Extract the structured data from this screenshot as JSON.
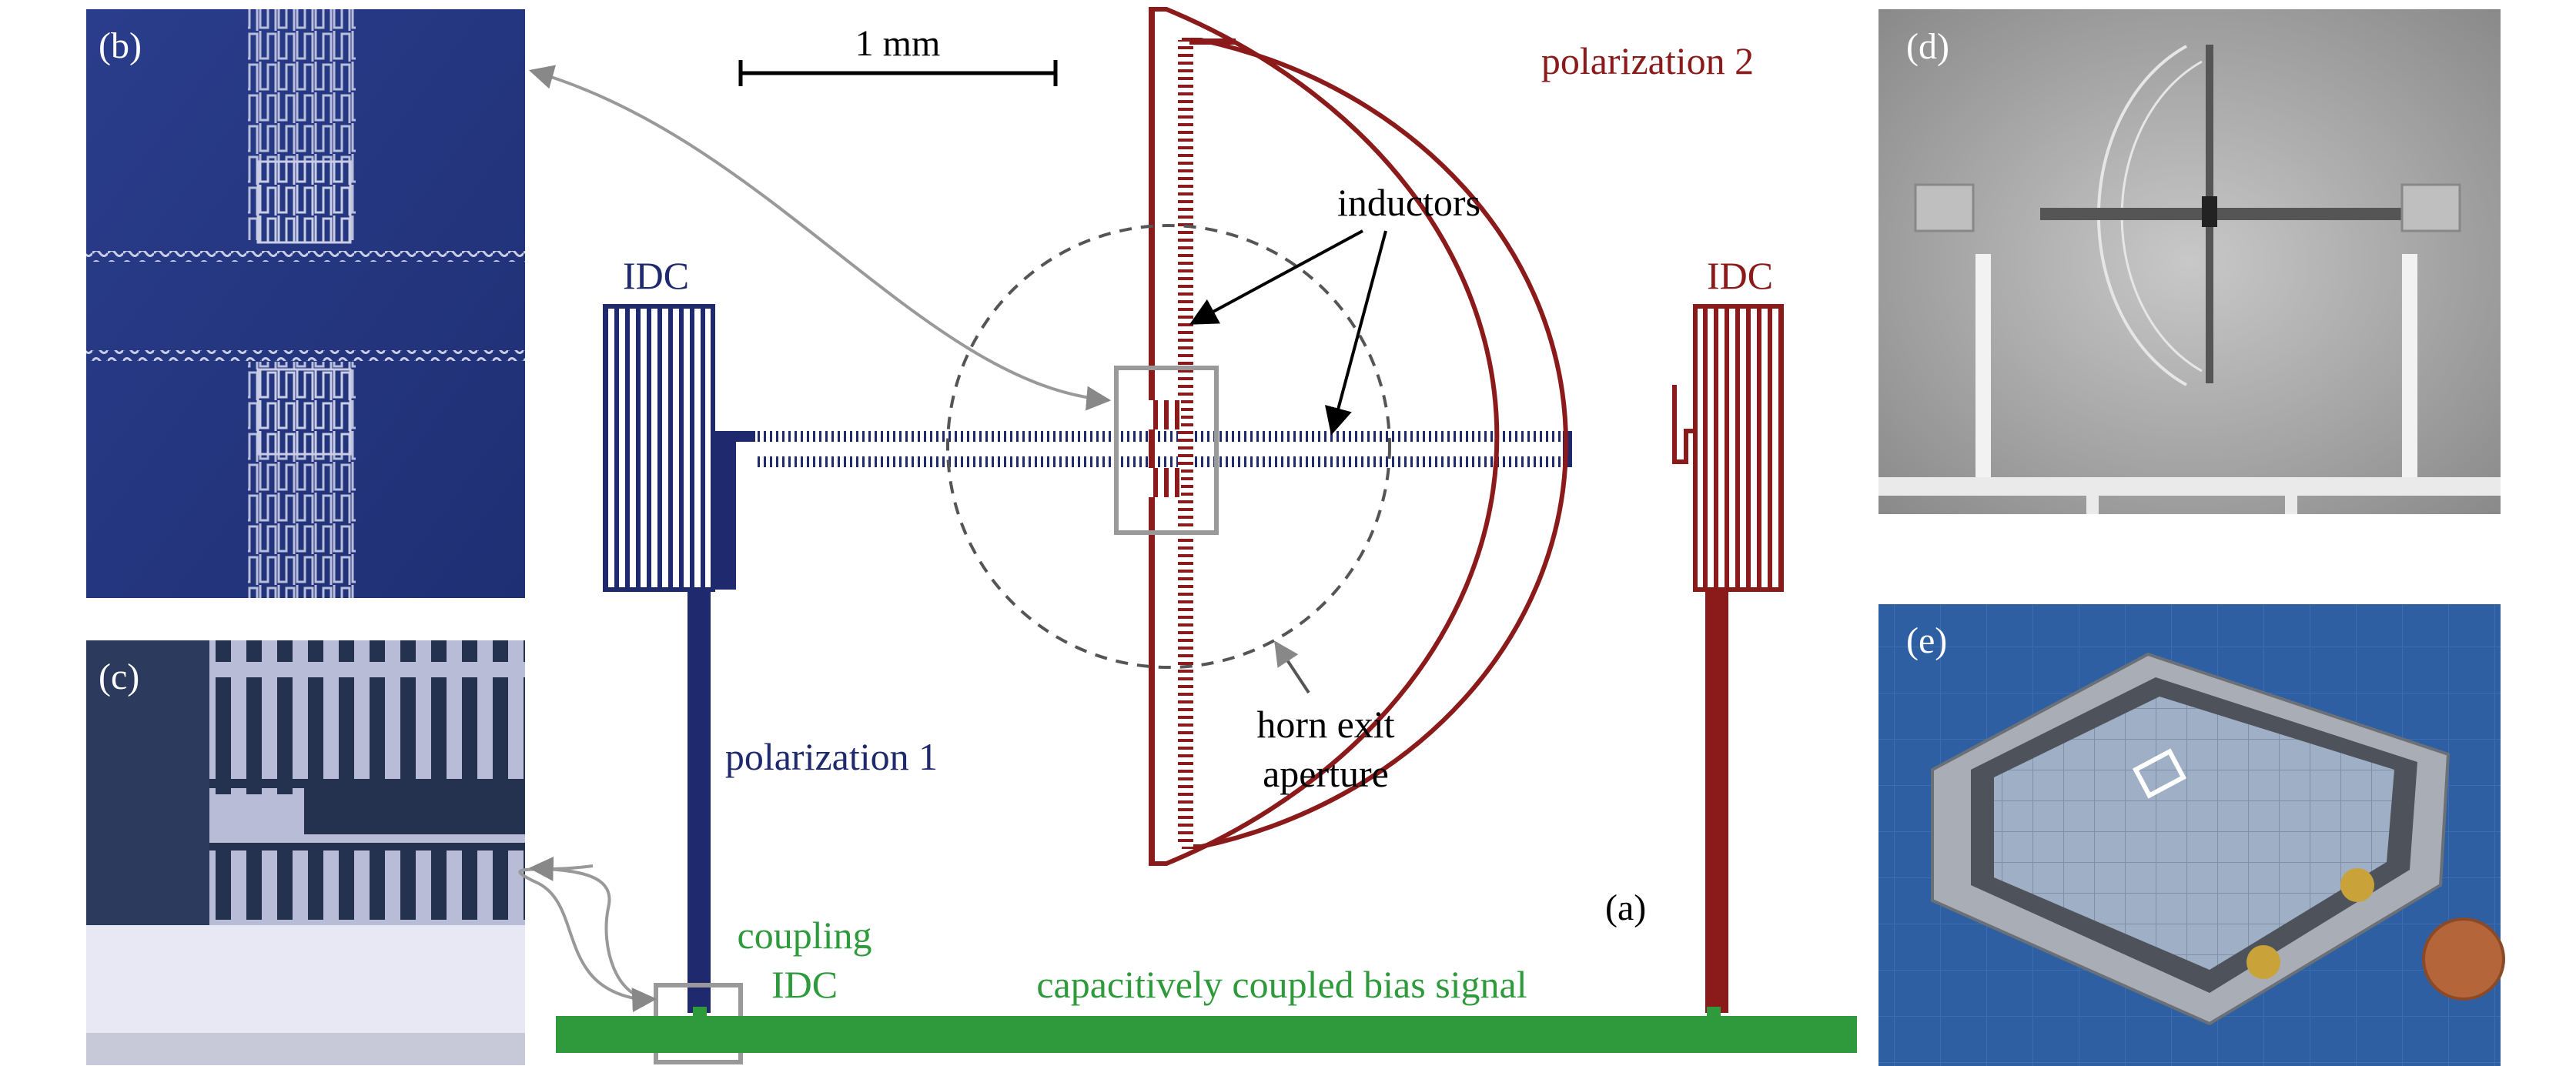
{
  "panels": {
    "a": "(a)",
    "b": "(b)",
    "c": "(c)",
    "d": "(d)",
    "e": "(e)"
  },
  "labels": {
    "scale_bar": "1 mm",
    "polarization_1": "polarization 1",
    "polarization_2": "polarization 2",
    "idc_left": "IDC",
    "idc_right": "IDC",
    "inductors": "inductors",
    "horn_exit_line1": "horn exit",
    "horn_exit_line2": "aperture",
    "coupling_line1": "coupling",
    "coupling_line2": "IDC",
    "bias_signal": "capacitively coupled bias signal"
  },
  "colors": {
    "pol1_blue": "#1f2a6e",
    "pol2_red": "#8b1a1a",
    "bias_green": "#2f9a3c",
    "annotation_gray": "#888888"
  }
}
